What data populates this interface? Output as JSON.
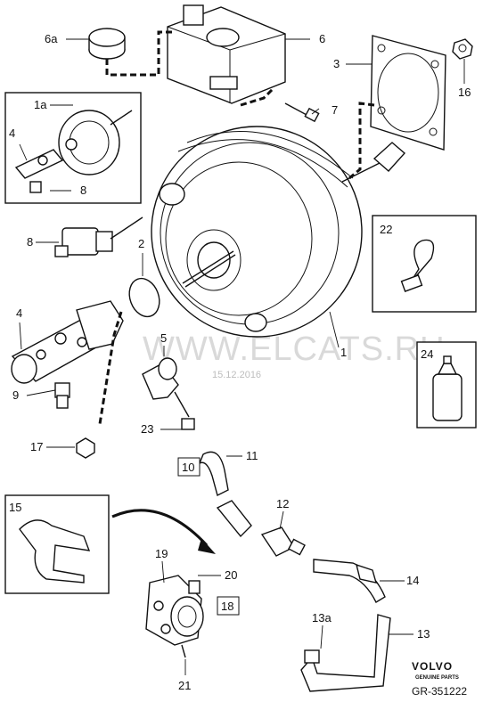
{
  "watermark": "WWW.ELCATS.RU",
  "date_stamp": "15.12.2016",
  "brand": "VOLVO",
  "brand_sub": "GENUINE PARTS",
  "reference": "GR-351222",
  "callouts": {
    "c1": "1",
    "c1a": "1a",
    "c2": "2",
    "c3": "3",
    "c4a": "4",
    "c4b": "4",
    "c5": "5",
    "c6": "6",
    "c6a": "6a",
    "c7": "7",
    "c8a": "8",
    "c8b": "8",
    "c9": "9",
    "c10": "10",
    "c11": "11",
    "c12": "12",
    "c13": "13",
    "c13a": "13a",
    "c14": "14",
    "c15": "15",
    "c16": "16",
    "c17": "17",
    "c18": "18",
    "c19": "19",
    "c20": "20",
    "c21": "21",
    "c22": "22",
    "c23": "23",
    "c24": "24"
  }
}
